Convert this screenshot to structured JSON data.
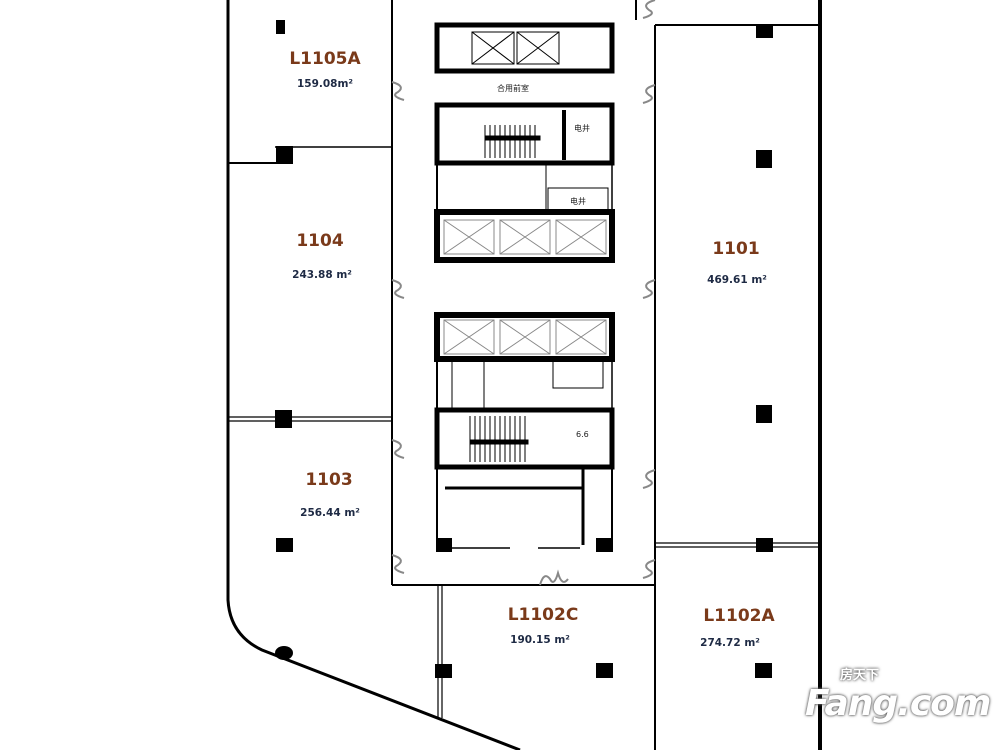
{
  "units": [
    {
      "id": "L1105A",
      "area": "159.08m²"
    },
    {
      "id": "1104",
      "area": "243.88 m²"
    },
    {
      "id": "1103",
      "area": "256.44 m²"
    },
    {
      "id": "1101",
      "area": "469.61 m²"
    },
    {
      "id": "L1102C",
      "area": "190.15 m²"
    },
    {
      "id": "L1102A",
      "area": "274.72 m²"
    }
  ],
  "core_rooms": {
    "lobby": "合用前室",
    "shaft_1": "电井",
    "shaft_2": "电井",
    "small_area": "6.6"
  },
  "watermark": {
    "cn": "房天下",
    "en": "Fang.com"
  },
  "colors": {
    "unit_name": "#7a3a1a",
    "unit_area": "#1e2a44",
    "wall": "#000000",
    "door": "#888888"
  }
}
